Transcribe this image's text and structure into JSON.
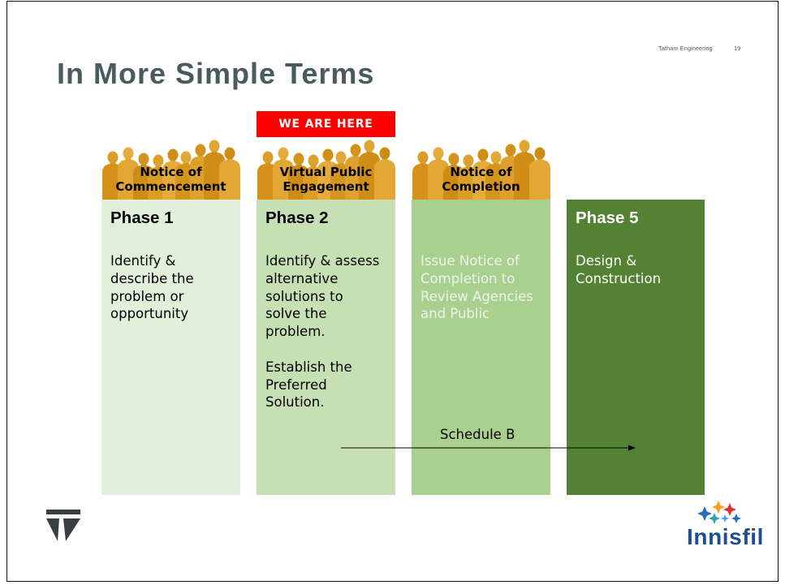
{
  "slide": {
    "header": {
      "organization": "Tatham Engineering",
      "page_number": "19"
    },
    "title": "In More Simple Terms",
    "current_marker": {
      "label": "WE ARE HERE"
    },
    "milestones": [
      {
        "lines": [
          "Notice of",
          "Commencement"
        ]
      },
      {
        "lines": [
          "Virtual Public",
          "Engagement"
        ]
      },
      {
        "lines": [
          "Notice of",
          "Completion"
        ]
      }
    ],
    "columns": [
      {
        "heading": "Phase 1",
        "background": "#e2efda",
        "text_color": "#000000",
        "paragraphs": [
          [
            "Identify &",
            "describe the",
            "problem or",
            "opportunity"
          ]
        ]
      },
      {
        "heading": "Phase 2",
        "background": "#c6e0b4",
        "text_color": "#000000",
        "paragraphs": [
          [
            "Identify & assess",
            "alternative",
            "solutions to",
            "solve the",
            "problem."
          ],
          [
            "Establish the",
            "Preferred",
            "Solution."
          ]
        ]
      },
      {
        "heading": "",
        "background": "#a9d08e",
        "text_color": "#eef4e9",
        "paragraphs": [
          [
            "Issue Notice of",
            "Completion to",
            "Review Agencies",
            "and Public"
          ]
        ]
      },
      {
        "heading": "Phase 5",
        "background": "#548235",
        "text_color": "#ffffff",
        "paragraphs": [
          [
            "Design &",
            "Construction"
          ]
        ]
      }
    ],
    "schedule_arrow": {
      "label": "Schedule B"
    },
    "logos": {
      "left_icon": "tatham-logo-icon",
      "right_icon": "innisfil-stars-icon",
      "right_wordmark": "Innisfil"
    }
  },
  "colors": {
    "title": "#4a5b5d",
    "marker": "#ff0000",
    "innisfil_wordmark": "#1f4e8c"
  }
}
